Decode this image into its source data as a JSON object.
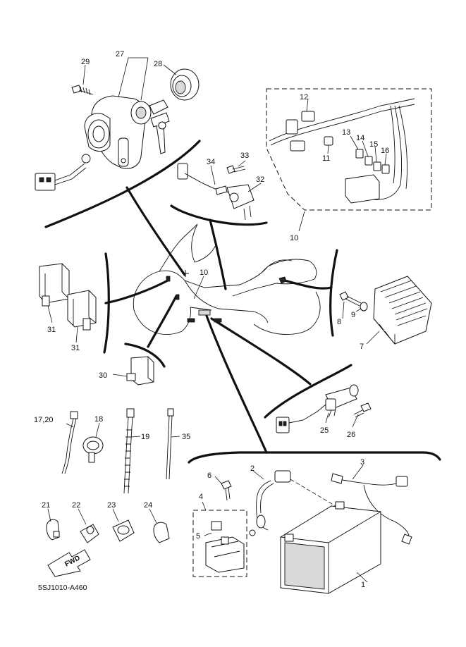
{
  "colors": {
    "ink": "#111111",
    "paper": "#ffffff",
    "fill": "#d9d9d9"
  },
  "labels": {
    "p1": "1",
    "p2": "2",
    "p3": "3",
    "p4": "4",
    "p5": "5",
    "p6": "6",
    "p7": "7",
    "p8": "8",
    "p9": "9",
    "p10a": "10",
    "p10b": "10",
    "p11": "11",
    "p12": "12",
    "p13": "13",
    "p14": "14",
    "p15": "15",
    "p16": "16",
    "p17_20": "17,20",
    "p18": "18",
    "p19": "19",
    "p21": "21",
    "p22": "22",
    "p23": "23",
    "p24": "24",
    "p25": "25",
    "p26": "26",
    "p27": "27",
    "p28": "28",
    "p29": "29",
    "p30": "30",
    "p31a": "31",
    "p31b": "31",
    "p32": "32",
    "p33": "33",
    "p34": "34",
    "p35": "35"
  },
  "fwd_badge": "FWD",
  "drawing_code": "5SJ1010-A460"
}
